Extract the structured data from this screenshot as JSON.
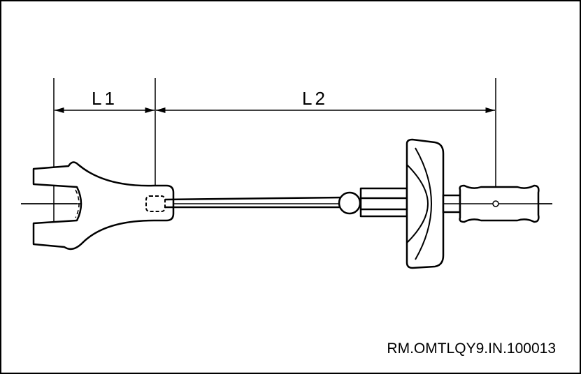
{
  "figure": {
    "dimension_labels": {
      "l1": "L1",
      "l2": "L2"
    },
    "reference_code": "RM.OMTLQY9.IN.100013",
    "colors": {
      "line": "#000000",
      "background": "#ffffff"
    }
  }
}
